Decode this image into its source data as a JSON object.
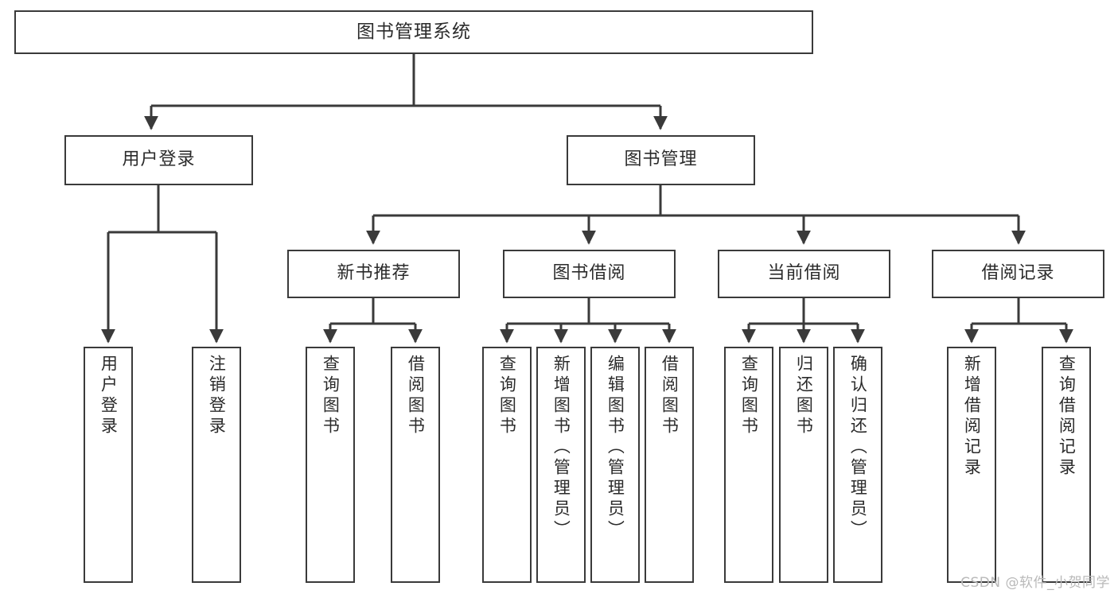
{
  "diagram": {
    "title": "图书管理系统",
    "type": "tree-hierarchy",
    "watermark": "CSDN @软件_小贺同学",
    "colors": {
      "stroke": "#3a3a3a",
      "text": "#2b2b2b",
      "background": "#ffffff",
      "watermark": "#b9b9b9"
    },
    "levels": {
      "root": {
        "label": "图书管理系统"
      },
      "level2": [
        {
          "id": "user-login",
          "label": "用户登录"
        },
        {
          "id": "book-management",
          "label": "图书管理"
        }
      ],
      "level3": [
        {
          "id": "new-book-recommend",
          "label": "新书推荐",
          "parent": "book-management"
        },
        {
          "id": "book-borrow",
          "label": "图书借阅",
          "parent": "book-management"
        },
        {
          "id": "current-borrow",
          "label": "当前借阅",
          "parent": "book-management"
        },
        {
          "id": "borrow-record",
          "label": "借阅记录",
          "parent": "book-management"
        }
      ],
      "leaves": [
        {
          "id": "leaf-user-login",
          "label": "用户登录",
          "parent": "user-login"
        },
        {
          "id": "leaf-logout-login",
          "label": "注销登录",
          "parent": "user-login"
        },
        {
          "id": "leaf-query-book-1",
          "label": "查询图书",
          "parent": "new-book-recommend"
        },
        {
          "id": "leaf-borrow-book-1",
          "label": "借阅图书",
          "parent": "new-book-recommend"
        },
        {
          "id": "leaf-query-book-2",
          "label": "查询图书",
          "parent": "book-borrow"
        },
        {
          "id": "leaf-add-book",
          "label": "新增图书（管理员）",
          "parent": "book-borrow"
        },
        {
          "id": "leaf-edit-book",
          "label": "编辑图书（管理员）",
          "parent": "book-borrow"
        },
        {
          "id": "leaf-borrow-book-2",
          "label": "借阅图书",
          "parent": "book-borrow"
        },
        {
          "id": "leaf-query-book-3",
          "label": "查询图书",
          "parent": "current-borrow"
        },
        {
          "id": "leaf-return-book",
          "label": "归还图书",
          "parent": "current-borrow"
        },
        {
          "id": "leaf-confirm-return",
          "label": "确认归还（管理员）",
          "parent": "current-borrow"
        },
        {
          "id": "leaf-add-record",
          "label": "新增借阅记录",
          "parent": "borrow-record"
        },
        {
          "id": "leaf-query-record",
          "label": "查询借阅记录",
          "parent": "borrow-record"
        }
      ]
    }
  }
}
